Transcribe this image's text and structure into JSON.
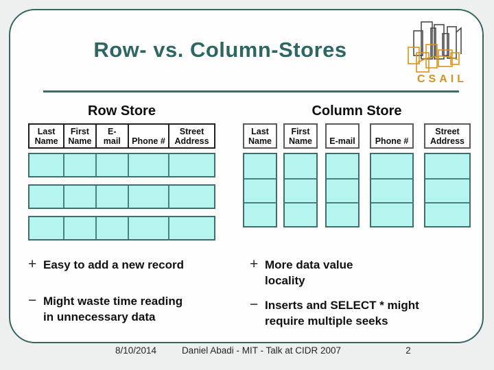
{
  "slide": {
    "title": "Row- vs. Column-Stores",
    "row_store_heading": "Row Store",
    "column_store_heading": "Column Store"
  },
  "logo": {
    "text": "CSAIL"
  },
  "columns": [
    {
      "label": "Last Name"
    },
    {
      "label": "First Name"
    },
    {
      "label": "E-mail"
    },
    {
      "label": "Phone #"
    },
    {
      "label": "Street Address"
    }
  ],
  "table_structure": {
    "row_store_rows": 3,
    "column_store_cells_per_column": 3
  },
  "bullets": {
    "row_store": [
      {
        "marker": "+",
        "text": "Easy to add a new record"
      },
      {
        "marker": "−",
        "text": "Might waste time reading in unnecessary data"
      }
    ],
    "column_store": [
      {
        "marker": "+",
        "text": "More data value locality"
      },
      {
        "marker": "−",
        "text": "Inserts and SELECT * might require multiple seeks"
      }
    ]
  },
  "footer": {
    "date": "8/10/2014",
    "credit": "Daniel Abadi - MIT - Talk at CIDR 2007",
    "page_number": "2"
  },
  "colors": {
    "accent_teal": "#35655f",
    "title_text": "#2e6663",
    "cell_fill": "#b6f4f0",
    "cell_border": "#4a807d",
    "csail_orange": "#d8921c",
    "canvas_background": "#eef0ef"
  }
}
